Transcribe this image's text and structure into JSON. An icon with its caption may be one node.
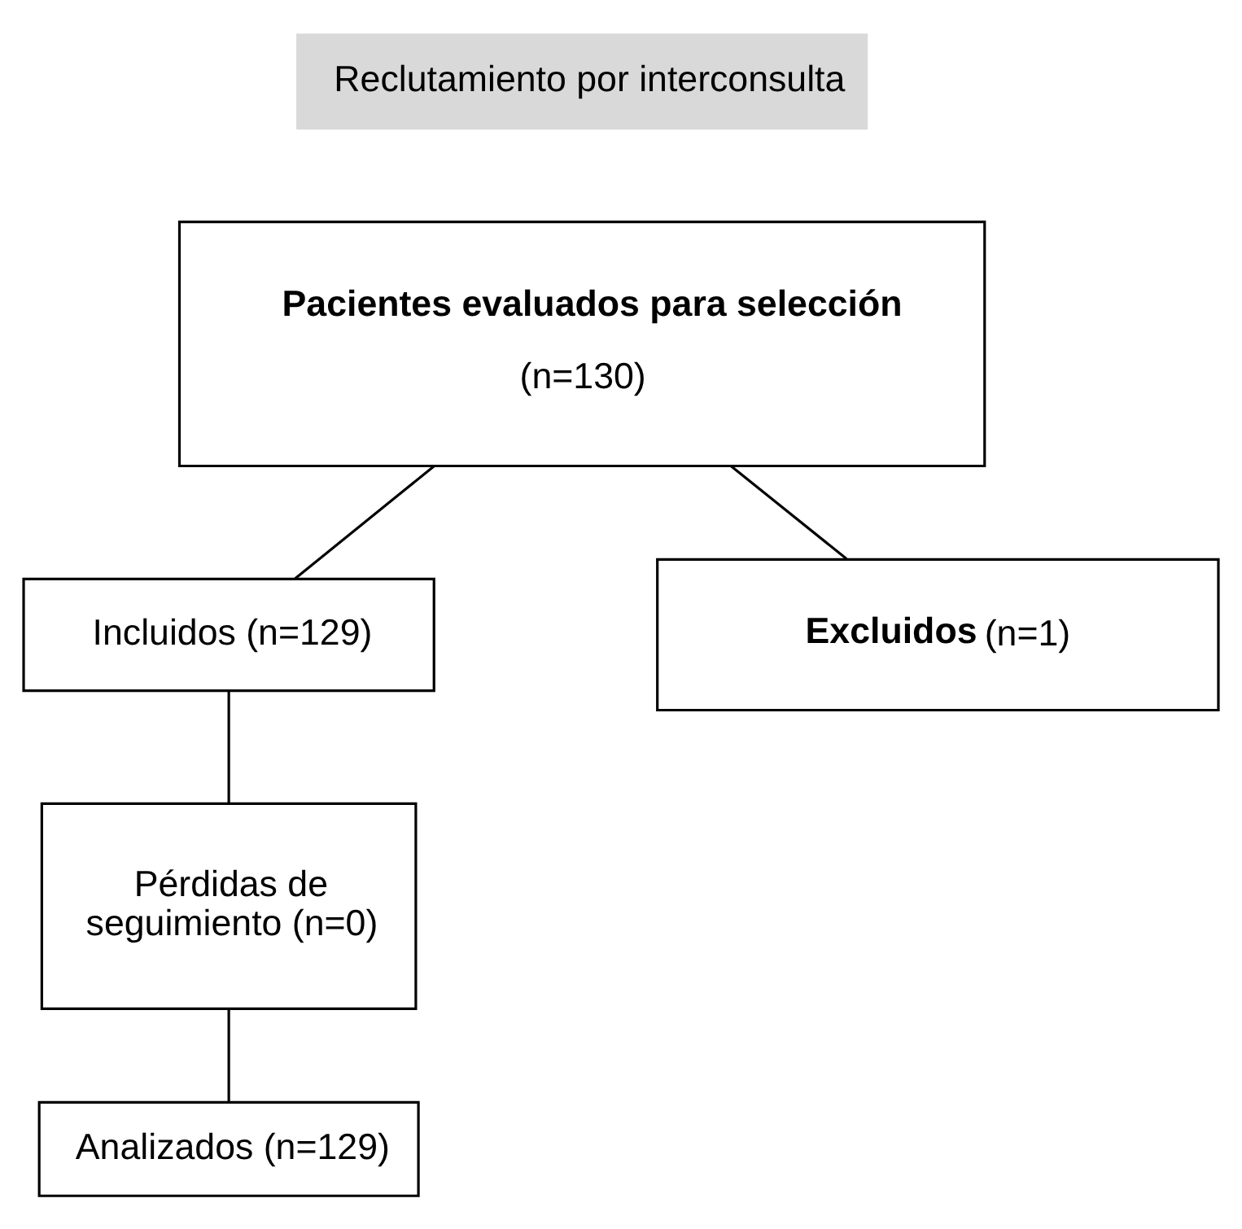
{
  "diagram": {
    "nodes": [
      {
        "text": [
          "Reclutamiento por interconsulta"
        ]
      },
      {
        "text": [
          "Pacientes evaluados para selección",
          "(n=130)"
        ]
      },
      {
        "text": [
          "**Excluidos** (n=1)"
        ]
      },
      {
        "text": [
          "Incluidos (n=129)"
        ]
      },
      {
        "text": [
          "Pérdidas de seguimiento (n=0)"
        ]
      },
      {
        "text": [
          "Analizados (n=129)"
        ]
      }
    ],
    "edges": [
      {
        "from": 1,
        "to": 2,
        "arrow": "none"
      },
      {
        "from": 1,
        "to": 3,
        "arrow": "none"
      },
      {
        "from": 3,
        "to": 4,
        "arrow": "none"
      },
      {
        "from": 4,
        "to": 5,
        "arrow": "none"
      }
    ]
  }
}
